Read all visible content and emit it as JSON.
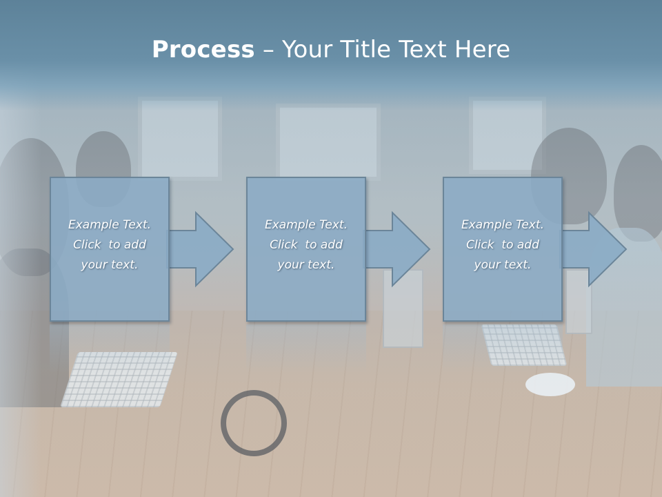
{
  "slide": {
    "title_bold": "Process",
    "title_rest": " – Your Title Text Here"
  },
  "steps": [
    {
      "line1": "Example Text.",
      "line2": "Click  to add",
      "line3": "your text."
    },
    {
      "line1": "Example Text.",
      "line2": "Click  to add",
      "line3": "your text."
    },
    {
      "line1": "Example Text.",
      "line2": "Click  to add",
      "line3": "your text."
    }
  ],
  "colors": {
    "title_band": "#6a90a8",
    "box_fill": "#8babc5",
    "box_border": "#6b8599",
    "text": "#ffffff"
  }
}
